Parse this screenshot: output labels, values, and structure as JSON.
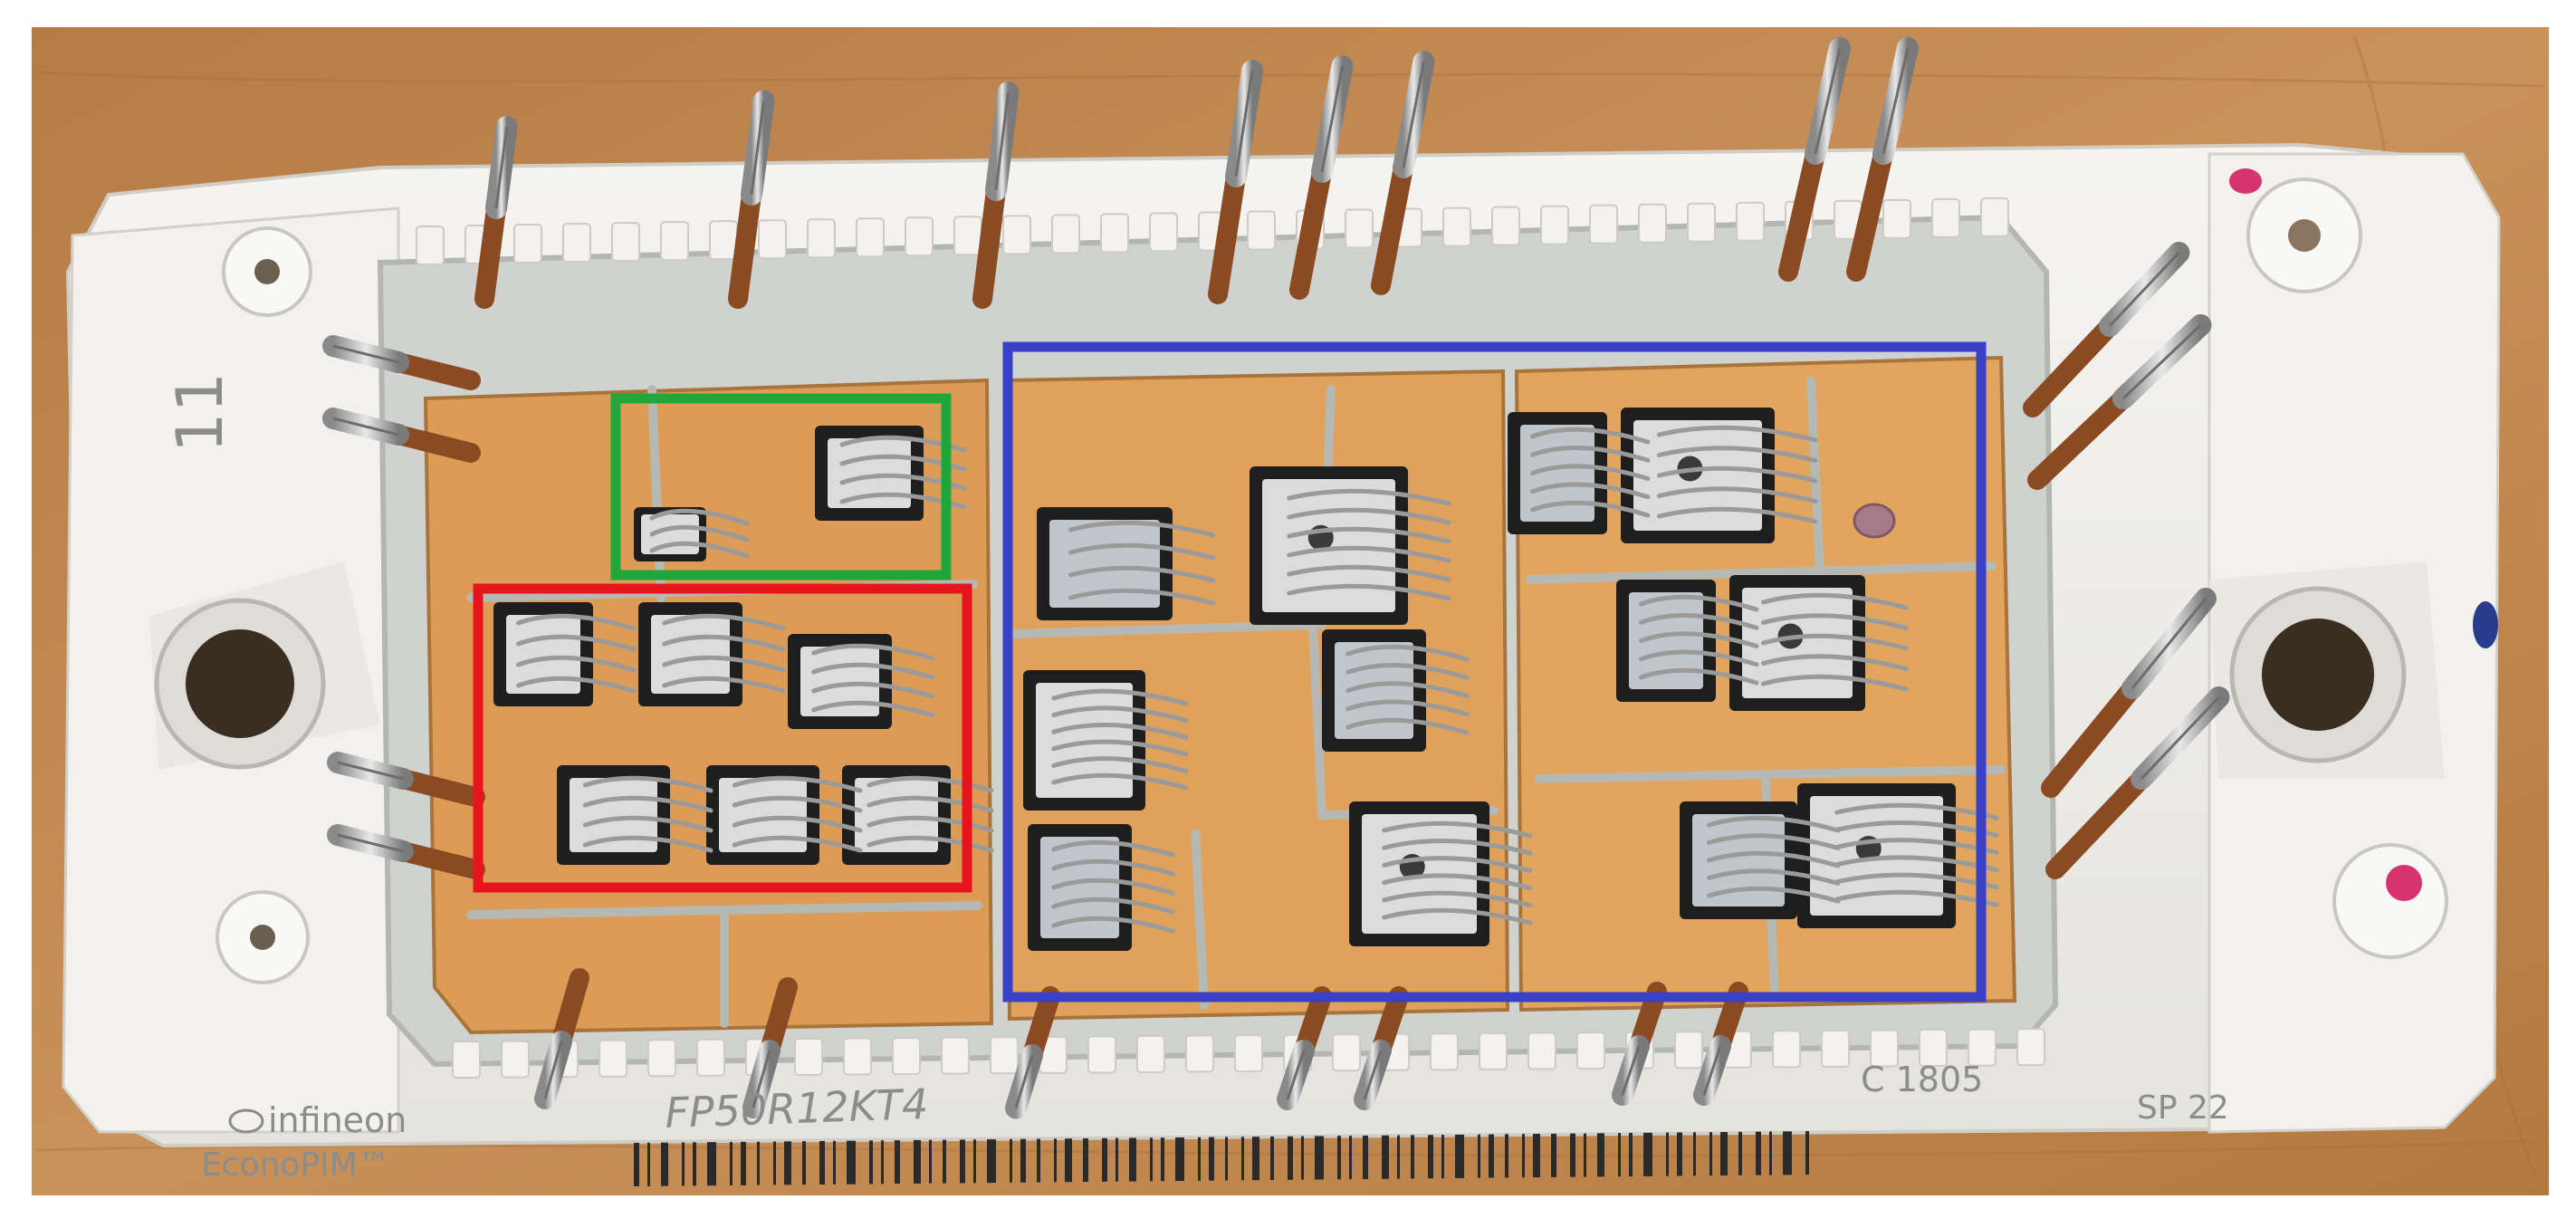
{
  "module": {
    "part_number": "FP50R12KT4",
    "brand": "infineon",
    "product_line": "EconoPIM™",
    "pin_number": "11",
    "date_code": "C 1805",
    "marking_right": "SP 22"
  },
  "annotations": {
    "green_box_color": "#22a63a",
    "red_box_color": "#e8141c",
    "blue_box_color": "#3a3fc8"
  },
  "colors": {
    "table_wood": "#c48a52",
    "housing": "#f1f0ec",
    "substrate": "#e0a25a",
    "die_dark": "#1e1e1e",
    "die_face": "#dcdcdc"
  }
}
